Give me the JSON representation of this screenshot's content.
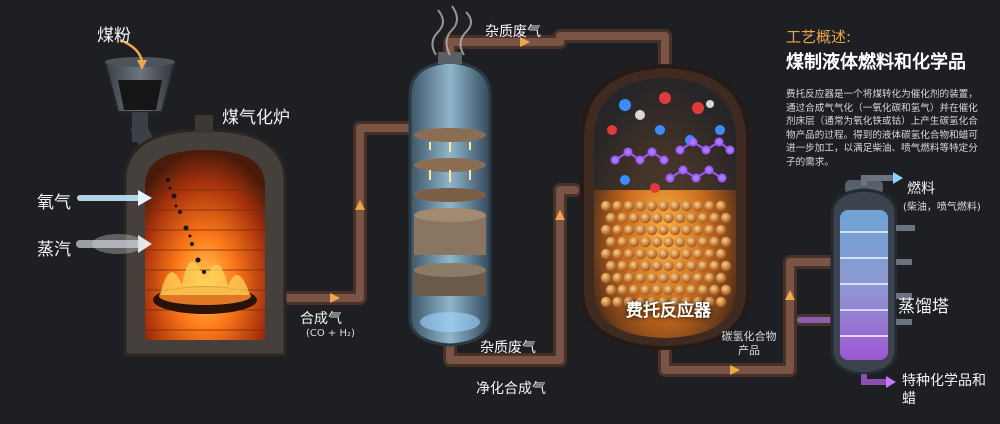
{
  "labels": {
    "coal_powder": "煤粉",
    "gasifier": "煤气化炉",
    "oxygen": "氧气",
    "steam": "蒸汽",
    "syngas": "合成气",
    "syngas_formula": "(CO + H₂)",
    "impurity_gas_top": "杂质废气",
    "impurity_gas_bottom": "杂质废气",
    "purified_syngas": "净化合成气",
    "ft_reactor": "费托反应器",
    "hydrocarbon_product": "碳氢化合物产品",
    "distillation_tower": "蒸馏塔",
    "fuel": "燃料",
    "fuel_detail": "(柴油，喷气燃料)",
    "specialty_chemicals": "特种化学品和蜡"
  },
  "overview": {
    "title": "工艺概述:",
    "subtitle": "煤制液体燃料和化学品",
    "body": "费托反应器是一个将煤转化为催化剂的装置，通过合成气气化（一氧化碳和氢气）并在催化剂床层（通常为氧化铁或钴）上产生碳氢化合物产品的过程。得到的液体碳氢化合物和蜡可进一步加工，以满足柴油、喷气燃料等特定分子的需求。"
  },
  "colors": {
    "background": "#1d1f23",
    "accent": "#f0a64a",
    "flame": "#ff7a1a",
    "pipe": "#6b4a3e",
    "glass": "#8fb4c9",
    "distillation_glow": "#b070ff"
  }
}
